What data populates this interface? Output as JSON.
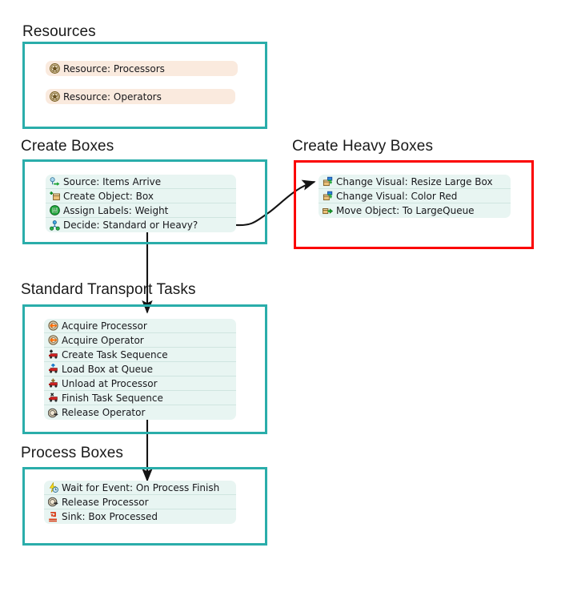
{
  "diagram": {
    "title_font_size": 19,
    "colors": {
      "group_border_teal": "#2aadaa",
      "group_border_red": "#fb0000",
      "panel_bg": "#e8f5f2",
      "panel_separator": "#cfe5e0",
      "resource_pill_bg": "#faeade",
      "text": "#18181c",
      "connector": "#141414"
    },
    "groups": [
      {
        "id": "resources",
        "title": "Resources",
        "border_color": "#2aadaa",
        "rows": [
          {
            "label": "Resource: Processors",
            "icon": "resource-star-icon"
          },
          {
            "label": "Resource: Operators",
            "icon": "resource-star-icon"
          }
        ]
      },
      {
        "id": "create-boxes",
        "title": "Create Boxes",
        "border_color": "#2aadaa",
        "rows": [
          {
            "label": "Source: Items Arrive",
            "icon": "source-arrow-icon"
          },
          {
            "label": "Create Object: Box",
            "icon": "create-object-icon"
          },
          {
            "label": "Assign Labels: Weight",
            "icon": "assign-labels-icon"
          },
          {
            "label": "Decide: Standard or Heavy?",
            "icon": "decide-icon"
          }
        ]
      },
      {
        "id": "create-heavy-boxes",
        "title": "Create Heavy Boxes",
        "border_color": "#fb0000",
        "rows": [
          {
            "label": "Change Visual: Resize Large Box",
            "icon": "change-visual-icon"
          },
          {
            "label": "Change Visual: Color Red",
            "icon": "change-visual-icon"
          },
          {
            "label": "Move Object: To LargeQueue",
            "icon": "move-object-icon"
          }
        ]
      },
      {
        "id": "standard-transport-tasks",
        "title": "Standard Transport Tasks",
        "border_color": "#2aadaa",
        "rows": [
          {
            "label": "Acquire Processor",
            "icon": "acquire-resource-icon"
          },
          {
            "label": "Acquire Operator",
            "icon": "acquire-resource-icon"
          },
          {
            "label": "Create Task Sequence",
            "icon": "create-task-sequence-icon"
          },
          {
            "label": "Load Box at Queue",
            "icon": "load-icon"
          },
          {
            "label": "Unload at Processor",
            "icon": "unload-icon"
          },
          {
            "label": "Finish Task Sequence",
            "icon": "finish-task-sequence-icon"
          },
          {
            "label": "Release Operator",
            "icon": "release-resource-icon"
          }
        ]
      },
      {
        "id": "process-boxes",
        "title": "Process Boxes",
        "border_color": "#2aadaa",
        "rows": [
          {
            "label": "Wait for Event: On Process Finish",
            "icon": "wait-for-event-icon"
          },
          {
            "label": "Release Processor",
            "icon": "release-resource-icon"
          },
          {
            "label": "Sink: Box Processed",
            "icon": "sink-icon"
          }
        ]
      }
    ],
    "connectors": [
      {
        "id": "decide-to-heavy",
        "from": "decide-row",
        "to": "change-visual-resize-row",
        "style": "curved"
      },
      {
        "id": "createboxes-to-transport",
        "from": "create-boxes-group",
        "to": "standard-transport-tasks-group",
        "style": "straight-vertical"
      },
      {
        "id": "transport-to-process",
        "from": "standard-transport-tasks-group",
        "to": "process-boxes-group",
        "style": "straight-vertical"
      }
    ]
  }
}
